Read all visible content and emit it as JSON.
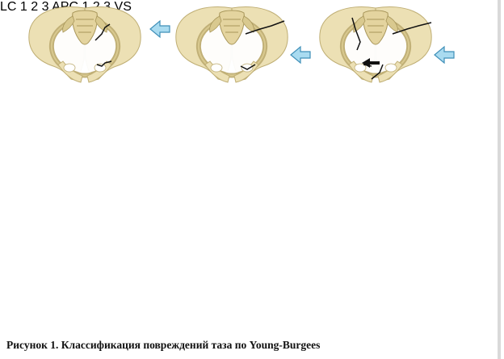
{
  "rows": {
    "lc": {
      "label": "LC",
      "numbers": [
        "1",
        "2",
        "3"
      ]
    },
    "apc": {
      "label": "APC",
      "numbers": [
        "1",
        "2",
        "3"
      ]
    },
    "vs": {
      "label": "VS"
    }
  },
  "caption": "Рисунок 1. Классификация повреждений таза по Young-Burgees",
  "colors": {
    "bone": "#ece0b4",
    "bone_shade": "#d9c98f",
    "bone_outline": "#bfae74",
    "arrow_fill": "#a9dbf0",
    "arrow_stroke": "#3f8fb8",
    "fracture": "#111111",
    "label_bg": "#dfe9f6"
  },
  "icons": [
    "pelvis-illustration",
    "force-arrow-icon",
    "fracture-line"
  ]
}
